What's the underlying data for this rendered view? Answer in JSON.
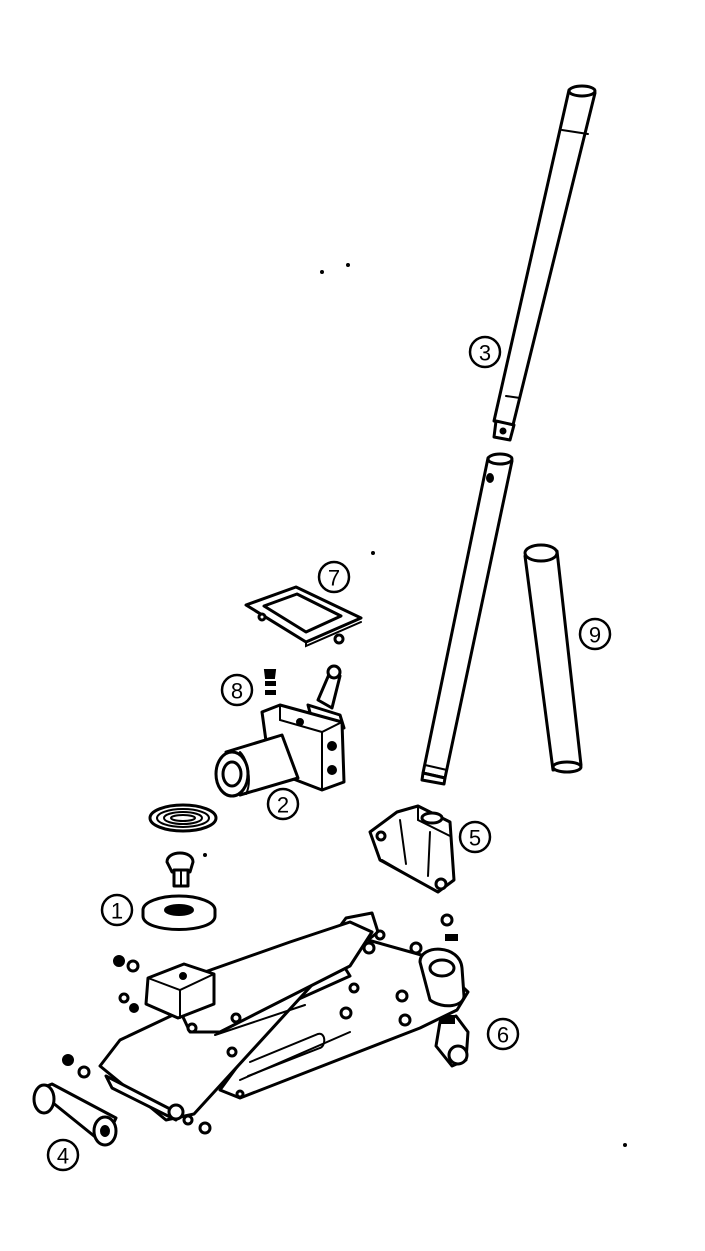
{
  "colors": {
    "line": "#000000",
    "background": "#ffffff"
  },
  "callouts": [
    {
      "id": "1",
      "text": "1"
    },
    {
      "id": "2",
      "text": "2"
    },
    {
      "id": "3",
      "text": "3"
    },
    {
      "id": "4",
      "text": "4"
    },
    {
      "id": "5",
      "text": "5"
    },
    {
      "id": "6",
      "text": "6"
    },
    {
      "id": "7",
      "text": "7"
    },
    {
      "id": "8",
      "text": "8"
    },
    {
      "id": "9",
      "text": "9"
    }
  ]
}
